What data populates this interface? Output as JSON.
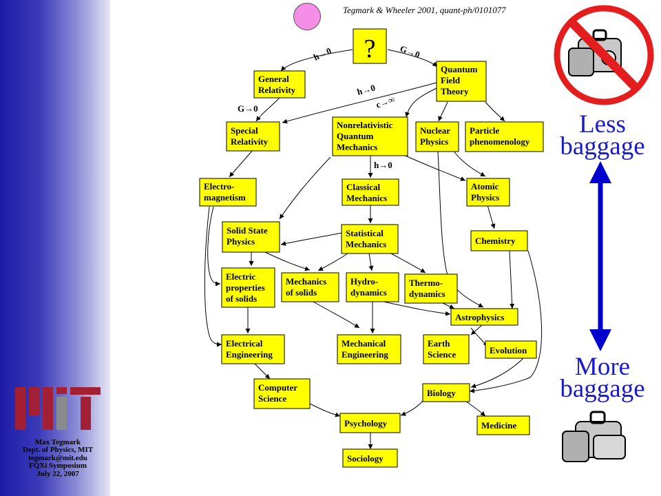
{
  "slide": {
    "citation": "Tegmark & Wheeler 2001, quant-ph/0101077",
    "less_line1": "Less",
    "less_line2": "baggage",
    "more_line1": "More",
    "more_line2": "baggage",
    "footer": {
      "line1": "Max Tegmark",
      "line2": "Dept. of Physics, MIT",
      "line3": "tegmark@mit.edu",
      "line4": "FQXi Symposium",
      "line5": "July 22, 2007"
    },
    "colors": {
      "box_fill": "#ffff00",
      "arrow_blue": "#0000cc",
      "no_sign_red": "#e41e1e",
      "logo_red": "#a31f34",
      "sidebar_blue": "#1b1ba8"
    }
  },
  "diagram": {
    "top_label": "?",
    "nodes": [
      {
        "id": "gr",
        "lines": [
          "General",
          "Relativity"
        ]
      },
      {
        "id": "qft",
        "lines": [
          "Quantum",
          "Field",
          "Theory"
        ]
      },
      {
        "id": "sr",
        "lines": [
          "Special",
          "Relativity"
        ]
      },
      {
        "id": "nrqm",
        "lines": [
          "Nonrelativistic",
          "Quantum",
          "Mechanics"
        ]
      },
      {
        "id": "nuc",
        "lines": [
          "Nuclear",
          "Physics"
        ]
      },
      {
        "id": "part",
        "lines": [
          "Particle",
          "phenomenology"
        ]
      },
      {
        "id": "em",
        "lines": [
          "Electro-",
          "magnetism"
        ]
      },
      {
        "id": "cm",
        "lines": [
          "Classical",
          "Mechanics"
        ]
      },
      {
        "id": "atom",
        "lines": [
          "Atomic",
          "Physics"
        ]
      },
      {
        "id": "ssp",
        "lines": [
          "Solid State",
          "Physics"
        ]
      },
      {
        "id": "stat",
        "lines": [
          "Statistical",
          "Mechanics"
        ]
      },
      {
        "id": "chem",
        "lines": [
          "Chemistry"
        ]
      },
      {
        "id": "eps",
        "lines": [
          "Electric",
          "properties",
          "of solids"
        ]
      },
      {
        "id": "mos",
        "lines": [
          "Mechanics",
          "of solids"
        ]
      },
      {
        "id": "hydro",
        "lines": [
          "Hydro-",
          "dynamics"
        ]
      },
      {
        "id": "thermo",
        "lines": [
          "Thermo-",
          "dynamics"
        ]
      },
      {
        "id": "astro",
        "lines": [
          "Astrophysics"
        ]
      },
      {
        "id": "ee",
        "lines": [
          "Electrical",
          "Engineering"
        ]
      },
      {
        "id": "me",
        "lines": [
          "Mechanical",
          "Engineering"
        ]
      },
      {
        "id": "earth",
        "lines": [
          "Earth",
          "Science"
        ]
      },
      {
        "id": "evo",
        "lines": [
          "Evolution"
        ]
      },
      {
        "id": "cs",
        "lines": [
          "Computer",
          "Science"
        ]
      },
      {
        "id": "bio",
        "lines": [
          "Biology"
        ]
      },
      {
        "id": "psy",
        "lines": [
          "Psychology"
        ]
      },
      {
        "id": "med",
        "lines": [
          "Medicine"
        ]
      },
      {
        "id": "soc",
        "lines": [
          "Sociology"
        ]
      }
    ],
    "edge_labels": [
      "h→0",
      "G→0",
      "h→0",
      "c→∞",
      "G→0",
      "h→0"
    ]
  },
  "icons": {
    "no_baggage": "no-baggage-icon",
    "baggage": "baggage-icon",
    "double_arrow": "double-arrow-icon",
    "logo": "mit-logo"
  }
}
